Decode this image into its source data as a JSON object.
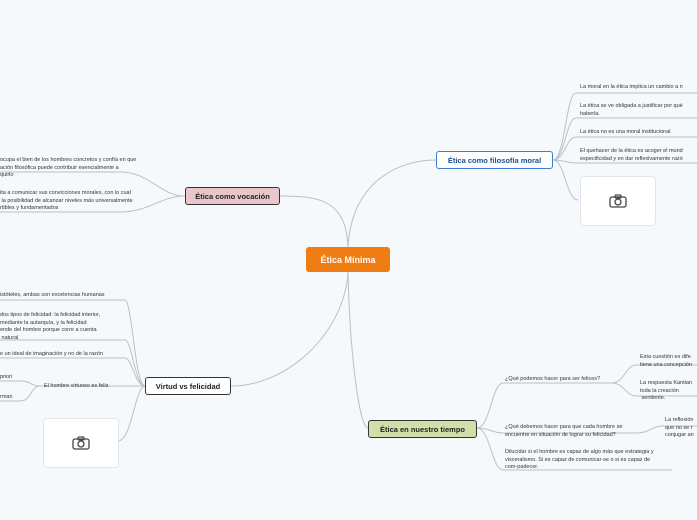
{
  "central": {
    "label": "Ética Mínima"
  },
  "branches": {
    "vocacion": {
      "label": "Ética como vocación",
      "items": [
        "ocupa el bien de los hombres concretos y confía en que\nación filosófica puede contribuir esencialmente a\nquirlo",
        "ita a comunicar sus convicciones morales, con lo cual\n la posibilidad de alcanzar niveles más universalmente\nrtibles y fundamentados"
      ]
    },
    "filosofia": {
      "label": "Ética como filosofía moral",
      "items": [
        "La moral en la ética implica un cambio a n",
        "La ética se ve obligada a justificar por qué\nhaberla.",
        "La ética no es una moral institucional",
        "El quehacer de la ética es acoger el mund\nespecificidad y en dar reflexivamente razó"
      ],
      "image_icon": "camera-icon"
    },
    "virtud": {
      "label": "Virtud vs felicidad",
      "items": [
        "istóteles, ambas son excelencias humanas",
        "dos tipos de felicidad: la felicidad interior,\nmediante la autarquía, y la felicidad\nende del hombre porque corre a cuenta\n natural",
        "e un ideal de imaginación y no de la razón",
        "El hombre virtuoso es feliz"
      ],
      "sub_items": [
        "priori",
        "rman"
      ],
      "image_icon": "camera-icon"
    },
    "tiempo": {
      "label": "Ética en nuestro tiempo",
      "items": [
        "¿Qué podemos hacer para ser felices?",
        "¿Qué debemos hacer para que cada hombre se\nencuentre en situación de lograr su felicidad?",
        "Dilucidar si el hombre es capaz de algo más que estrategia y\nvisceralismo. Si es capaz de comunicar-se o si es capaz de\ncom-padecer."
      ],
      "sub_items": [
        "Esta cuestión es dife\ntiene una concepción",
        "La respuesta Kantian\ntoda la creación\n sentiente.",
        "La reflexión\nque no se r\nconjugar an"
      ]
    }
  },
  "colors": {
    "central": "#f07d14",
    "vocacion": "#e9c6c9",
    "tiempo": "#d2dfa8",
    "filosofia_border": "#3a7bd5",
    "link": "#b5bdc6"
  }
}
